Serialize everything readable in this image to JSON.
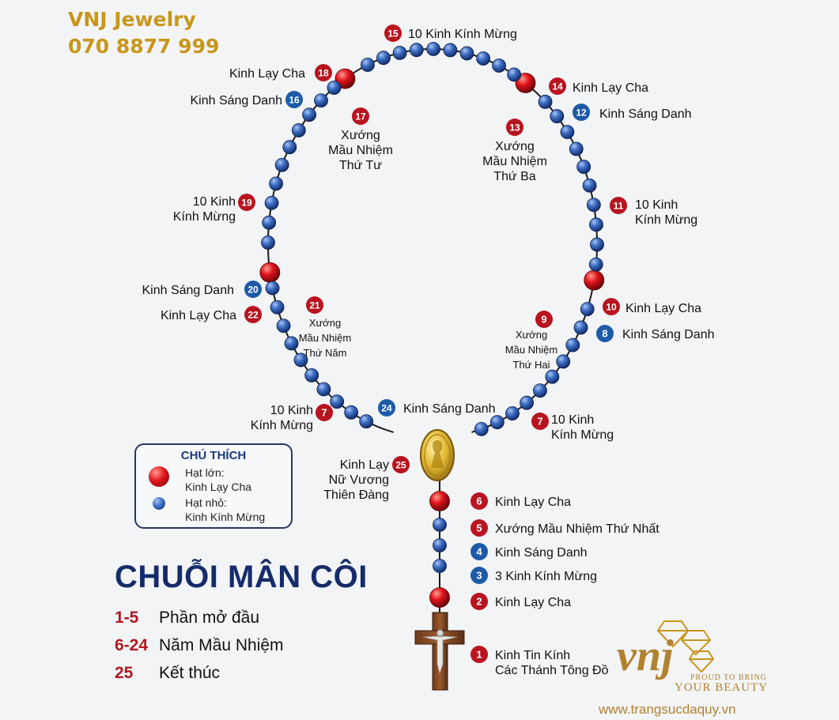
{
  "brand": {
    "name": "VNJ Jewelry",
    "phone": "070 8877 999"
  },
  "title": "CHUỖI MÂN CÔI",
  "legend": {
    "title": "CHÚ THÍCH",
    "large_bead": [
      "Hạt lớn:",
      "Kinh Lạy Cha"
    ],
    "small_bead": [
      "Hạt nhỏ:",
      "Kinh Kính Mừng"
    ]
  },
  "sections": [
    {
      "range": "1-5",
      "label": "Phần mở đầu"
    },
    {
      "range": "6-24",
      "label": "Năm Mầu Nhiệm"
    },
    {
      "range": "25",
      "label": "Kết thúc"
    }
  ],
  "steps": [
    {
      "n": "1",
      "color": "red",
      "lines": [
        "Kinh Tin Kính",
        "Các Thánh Tông Đồ"
      ]
    },
    {
      "n": "2",
      "color": "red",
      "lines": [
        "Kinh Lạy Cha"
      ]
    },
    {
      "n": "3",
      "color": "blue",
      "lines": [
        "3 Kinh Kính Mừng"
      ]
    },
    {
      "n": "4",
      "color": "blue",
      "lines": [
        "Kinh Sáng Danh"
      ]
    },
    {
      "n": "5",
      "color": "red",
      "lines": [
        "Xướng Mầu Nhiệm Thứ Nhất"
      ]
    },
    {
      "n": "6",
      "color": "red",
      "lines": [
        "Kinh Lạy Cha"
      ]
    },
    {
      "n": "7",
      "color": "red",
      "lines": [
        "10 Kinh",
        "Kính Mừng"
      ]
    },
    {
      "n": "8",
      "color": "blue",
      "lines": [
        "Kinh Sáng Danh"
      ]
    },
    {
      "n": "9",
      "color": "red",
      "lines": [
        "Xướng",
        "Mầu Nhiệm",
        "Thứ Hai"
      ]
    },
    {
      "n": "10",
      "color": "red",
      "lines": [
        "Kinh Lạy Cha"
      ]
    },
    {
      "n": "11",
      "color": "red",
      "lines": [
        "10 Kinh",
        "Kính Mừng"
      ]
    },
    {
      "n": "12",
      "color": "blue",
      "lines": [
        "Kinh Sáng Danh"
      ]
    },
    {
      "n": "13",
      "color": "red",
      "lines": [
        "Xướng",
        "Mầu Nhiệm",
        "Thứ Ba"
      ]
    },
    {
      "n": "14",
      "color": "red",
      "lines": [
        "Kinh Lạy Cha"
      ]
    },
    {
      "n": "15",
      "color": "red",
      "lines": [
        "10 Kinh Kính Mừng"
      ]
    },
    {
      "n": "16",
      "color": "blue",
      "lines": [
        "Kinh Sáng Danh"
      ]
    },
    {
      "n": "17",
      "color": "red",
      "lines": [
        "Xướng",
        "Mầu Nhiệm",
        "Thứ Tư"
      ]
    },
    {
      "n": "18",
      "color": "red",
      "lines": [
        "Kinh Lạy Cha"
      ]
    },
    {
      "n": "19",
      "color": "red",
      "lines": [
        "10 Kinh",
        "Kính Mừng"
      ]
    },
    {
      "n": "20",
      "color": "blue",
      "lines": [
        "Kinh Sáng Danh"
      ]
    },
    {
      "n": "21",
      "color": "red",
      "lines": [
        "Xướng",
        "Mầu Nhiệm",
        "Thứ Năm"
      ]
    },
    {
      "n": "22",
      "color": "red",
      "lines": [
        "Kinh Lạy Cha"
      ]
    },
    {
      "n": "7",
      "color": "red",
      "lines": [
        "10 Kinh",
        "Kính Mừng"
      ]
    },
    {
      "n": "24",
      "color": "blue",
      "lines": [
        "Kinh Sáng Danh"
      ]
    },
    {
      "n": "25",
      "color": "red",
      "lines": [
        "Kinh Lạy",
        "Nữ Vương",
        "Thiên Đàng"
      ]
    }
  ],
  "logo": {
    "mark": "vnj",
    "tagline": [
      "PROUD TO BRING",
      "YOUR BEAUTY"
    ]
  },
  "website": "www.trangsucdaquy.vn",
  "colors": {
    "red_badge": "#b8141f",
    "blue_badge": "#1d5ba8",
    "title": "#152b6b",
    "gold": "#c9961a",
    "bead_blue": "#2f5fb3",
    "bead_red": "#d8141c"
  }
}
